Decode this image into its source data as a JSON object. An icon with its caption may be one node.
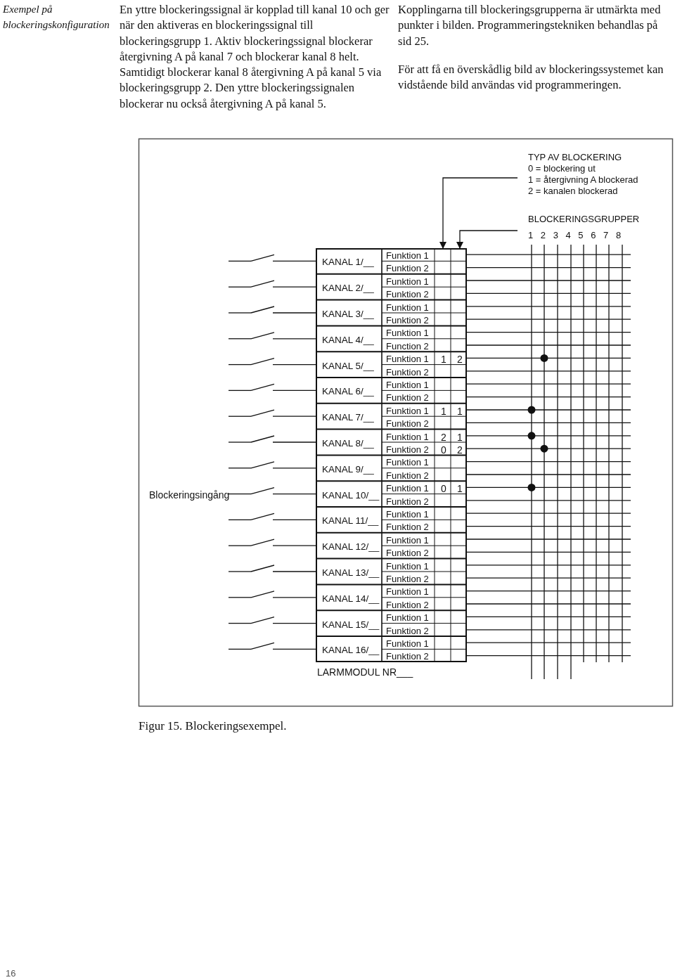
{
  "diagram": {
    "title": "Exempel på blockeringskonfiguration",
    "caption": "Figur 15. Blockeringsexempel.",
    "nodes": [
      {
        "text": [
          "TYP AV BLOCKERING",
          "0 = blockering ut",
          "1 = återgivning A blockerad",
          "2 = kanalen blockerad"
        ]
      },
      {
        "text": [
          "BLOCKERINGSGRUPPER",
          "1 2 3 4 5 6 7 8"
        ]
      },
      {
        "text": [
          "LARMMODUL NR___"
        ]
      },
      {
        "text": [],
        "shape": "switch"
      },
      {
        "text": [],
        "shape": "switch"
      },
      {
        "text": [],
        "shape": "switch"
      },
      {
        "text": [],
        "shape": "switch"
      },
      {
        "text": [],
        "shape": "switch"
      },
      {
        "text": [],
        "shape": "switch"
      },
      {
        "text": [],
        "shape": "switch"
      },
      {
        "text": [],
        "shape": "switch"
      },
      {
        "text": [],
        "shape": "switch"
      },
      {
        "text": [],
        "shape": "switch"
      },
      {
        "text": [],
        "shape": "switch"
      },
      {
        "text": [],
        "shape": "switch"
      },
      {
        "text": [],
        "shape": "switch"
      },
      {
        "text": [],
        "shape": "switch"
      },
      {
        "text": [],
        "shape": "switch"
      },
      {
        "text": [],
        "shape": "switch"
      }
    ],
    "edges": [
      {
        "from": 0,
        "to": 2,
        "arrow": "to"
      },
      {
        "from": 1,
        "to": 2,
        "arrow": "to"
      },
      {
        "from": 3,
        "to": 2,
        "arrow": "none"
      },
      {
        "from": 4,
        "to": 2,
        "arrow": "none"
      },
      {
        "from": 5,
        "to": 2,
        "arrow": "none"
      },
      {
        "from": 6,
        "to": 2,
        "arrow": "none"
      },
      {
        "from": 7,
        "to": 2,
        "arrow": "none"
      },
      {
        "from": 8,
        "to": 2,
        "arrow": "none"
      },
      {
        "from": 9,
        "to": 2,
        "arrow": "none"
      },
      {
        "from": 10,
        "to": 2,
        "arrow": "none"
      },
      {
        "from": 11,
        "to": 2,
        "arrow": "none"
      },
      {
        "from": 12,
        "to": 2,
        "arrow": "none"
      },
      {
        "from": 13,
        "to": 2,
        "arrow": "none"
      },
      {
        "from": 14,
        "to": 2,
        "arrow": "none"
      },
      {
        "from": 15,
        "to": 2,
        "arrow": "none"
      },
      {
        "from": 16,
        "to": 2,
        "arrow": "none"
      },
      {
        "from": 17,
        "to": 2,
        "arrow": "none"
      },
      {
        "from": 18,
        "to": 2,
        "arrow": "none"
      }
    ],
    "labels": [
      "En yttre blockeringssignal är kopplad till kanal 10 och ger när den aktiveras en blockeringssignal till blockeringsgrupp 1. Aktiv blockeringssignal blockerar återgivning A på kanal 7 och blockerar kanal 8 helt. Samtidigt blockerar kanal 8 återgivning A på kanal 5 via blockeringsgrupp 2. Den yttre blockeringssignalen blockerar nu också återgivning A på kanal 5.",
      "Kopplingarna till blockeringsgrupperna är utmärkta med punkter i bilden. Programmeringstekniken behandlas på sid 25.",
      "För att få en överskådlig bild av blockeringssystemet kan vidstående bild användas vid programmeringen.",
      "Blockeringsingång",
      "KANAL 1/__",
      "Funktion 1",
      "Funktion 2",
      "KANAL 2/__",
      "Funktion 1",
      "Funktion 2",
      "KANAL 3/__",
      "Funktion 1",
      "Funktion 2",
      "KANAL 4/__",
      "Funktion 1",
      "Function 2",
      "KANAL 5/__",
      "Funktion 1",
      "1",
      "2",
      "Funktion 2",
      "KANAL 6/__",
      "Funktion 1",
      "Funktion 2",
      "KANAL 7/__",
      "Funktion 1",
      "1",
      "1",
      "Funktion 2",
      "KANAL 8/__",
      "Funktion 1",
      "2",
      "1",
      "Funktion 2",
      "0",
      "2",
      "KANAL 9/__",
      "Funktion 1",
      "Funktion 2",
      "KANAL 10/__",
      "Funktion 1",
      "0",
      "1",
      "Funktion 2",
      "KANAL 11/__",
      "Funktion 1",
      "Funktion 2",
      "KANAL 12/__",
      "Funktion 1",
      "Funktion 2",
      "KANAL 13/__",
      "Funktion 1",
      "Funktion 2",
      "KANAL 14/__",
      "Funktion 1",
      "Funktion 2",
      "KANAL 15/__",
      "Funktion 1",
      "Funktion 2",
      "KANAL 16/__",
      "Funktion 1",
      "Funktion 2",
      "16"
    ]
  }
}
